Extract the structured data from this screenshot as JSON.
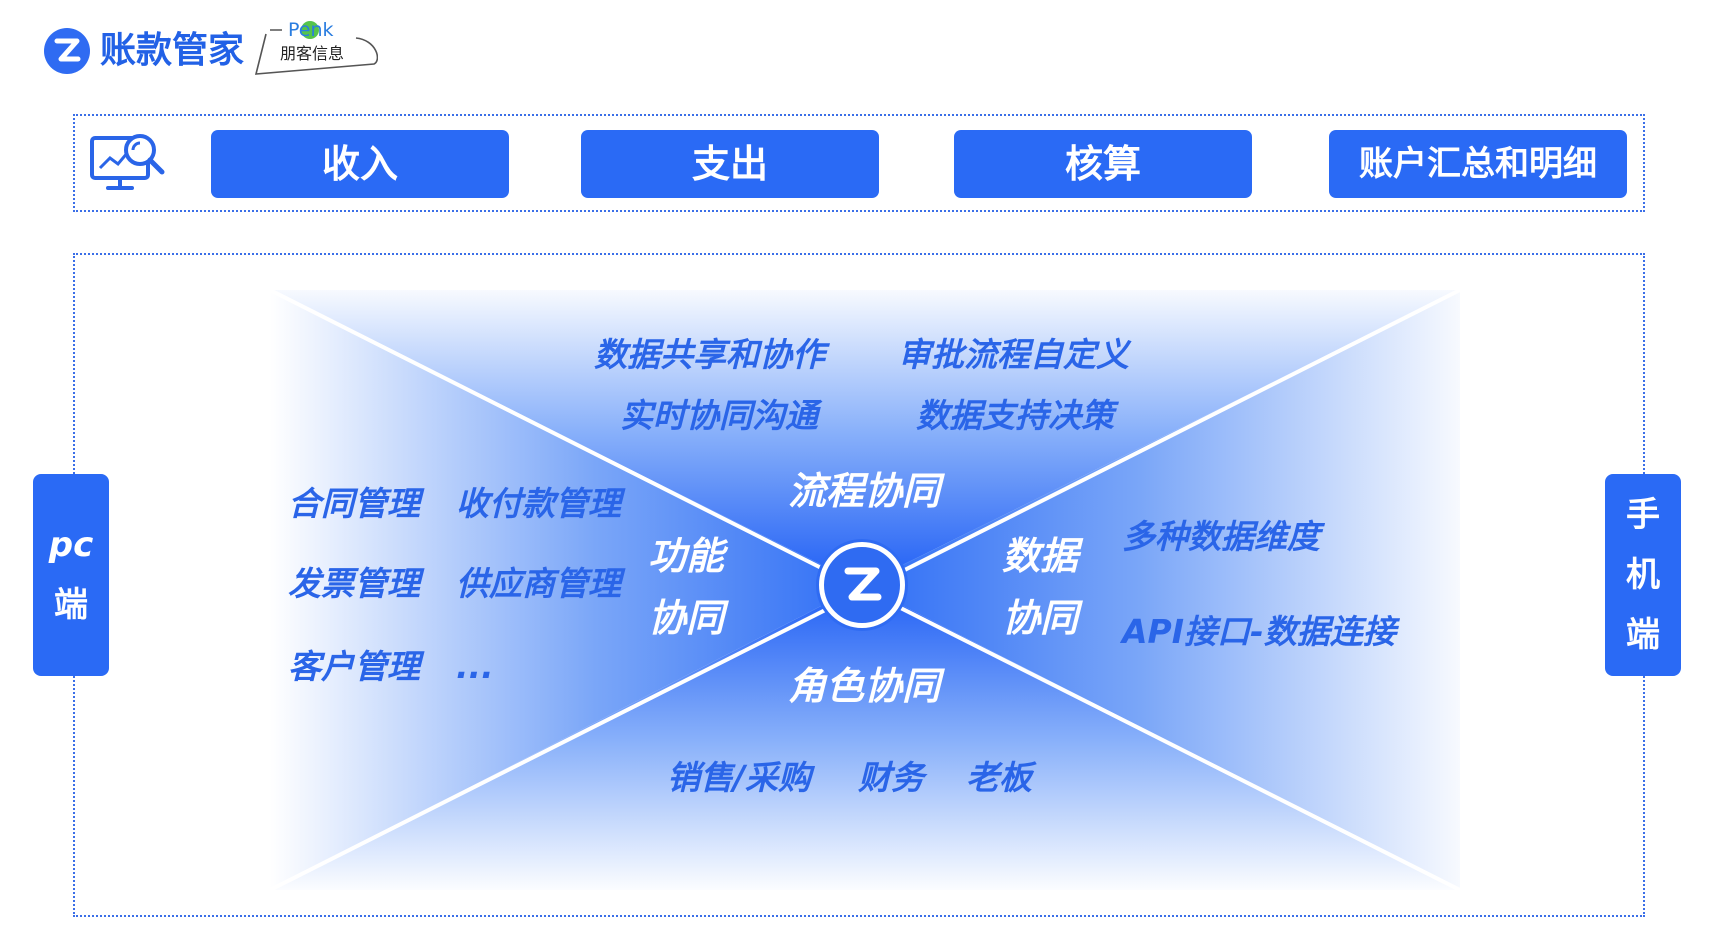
{
  "header": {
    "brand_name": "账款管家",
    "partner_en": "Penk",
    "partner_cn": "朋客信息"
  },
  "modules": [
    "收入",
    "支出",
    "核算",
    "账户汇总和明细"
  ],
  "platforms": {
    "left": [
      "pc",
      "端"
    ],
    "right": [
      "手",
      "机",
      "端"
    ]
  },
  "sectors": {
    "top": {
      "title": "流程协同",
      "items": [
        "数据共享和协作",
        "审批流程自定义",
        "实时协同沟通",
        "数据支持决策"
      ]
    },
    "left": {
      "title": [
        "功能",
        "协同"
      ],
      "items": [
        "合同管理",
        "收付款管理",
        "发票管理",
        "供应商管理",
        "客户管理",
        "..."
      ]
    },
    "right": {
      "title": [
        "数据",
        "协同"
      ],
      "items": [
        "多种数据维度",
        "API接口-数据连接"
      ]
    },
    "bottom": {
      "title": "角色协同",
      "items": [
        "销售/采购",
        "财务",
        "老板"
      ]
    }
  },
  "colors": {
    "primary": "#2a6af5",
    "text_blue": "#2a65e8",
    "gradient_core": "#1f5ef5",
    "white": "#ffffff"
  },
  "icons": {
    "brand": "z-logo-icon",
    "module_bar": "monitor-analytics-icon",
    "center": "z-logo-icon"
  }
}
